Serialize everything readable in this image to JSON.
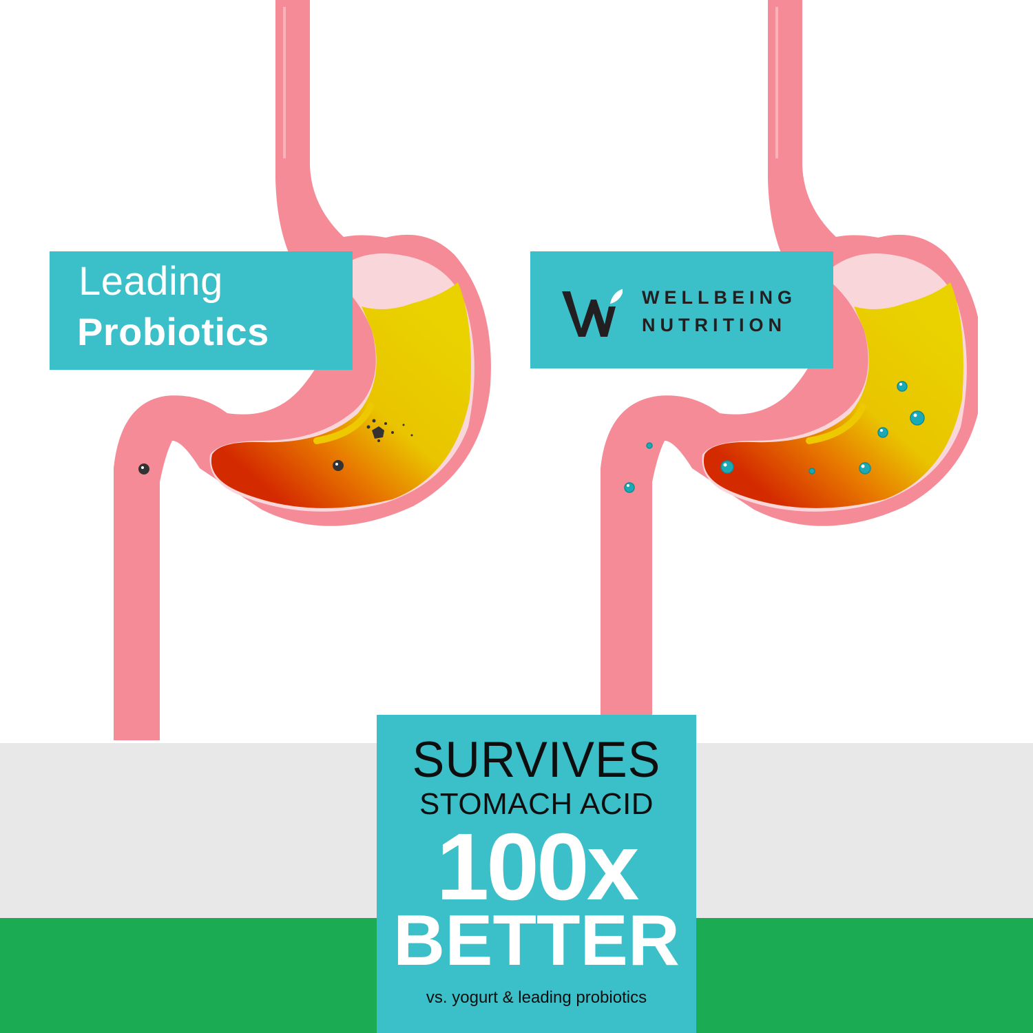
{
  "colors": {
    "background": "#ffffff",
    "gray_band": "#e8e8e8",
    "green_band": "#1bab52",
    "teal": "#3bbfc9",
    "stomach_pink": "#f58b97",
    "stomach_inner_pink": "#f9d6da",
    "acid_yellow": "#e9d200",
    "acid_orange": "#e87a00",
    "acid_red": "#d42a00",
    "dead_bacteria": "#333333",
    "live_probiotic": "#1aa9b5",
    "text_dark": "#0e0e0e",
    "text_white": "#ffffff"
  },
  "left_panel": {
    "label_line1": "Leading",
    "label_line2": "Probiotics",
    "particle_state": "dead-dark-particles"
  },
  "right_panel": {
    "brand_line1": "WELLBEING",
    "brand_line2": "NUTRITION",
    "logo_icon": "w-leaf-logo",
    "particle_state": "live-teal-probiotics"
  },
  "claim": {
    "line1": "SURVIVES",
    "line2": "STOMACH ACID",
    "line3": "100x",
    "line4": "BETTER",
    "line5": "vs. yogurt & leading probiotics"
  }
}
